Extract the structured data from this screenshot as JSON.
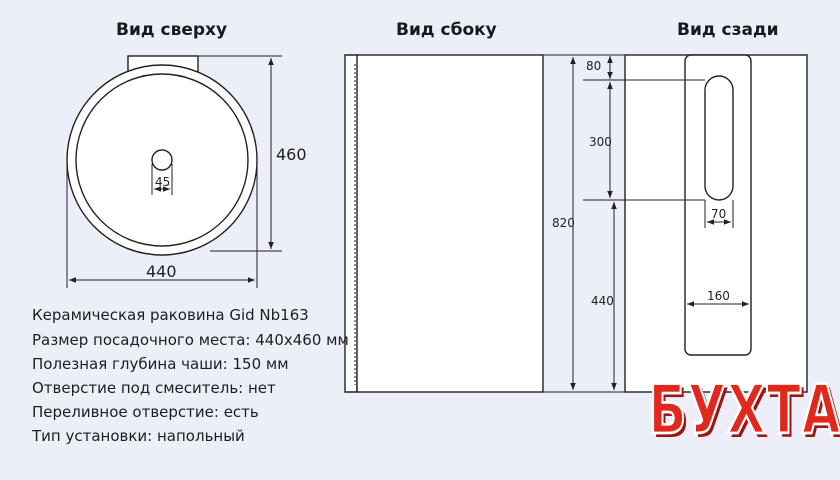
{
  "views": {
    "top": "Вид сверху",
    "side": "Вид сбоку",
    "back": "Вид сзади"
  },
  "dimensions": {
    "top_height": "460",
    "top_width": "440",
    "top_hole": "45",
    "side_total": "820",
    "back_top_offset": "80",
    "back_slot_height": "300",
    "back_lower_height": "440",
    "back_slot_width": "70",
    "back_panel_width": "160"
  },
  "specs": [
    "Керамическая раковина Gid Nb163",
    "Размер посадочного места: 440х460 мм",
    "Полезная глубина чаши: 150 мм",
    "Отверстие под смеситель: нет",
    "Переливное отверстие: есть",
    "Тип установки: напольный"
  ],
  "logo": {
    "text": "БУХТА",
    "color": "#e0281e"
  }
}
